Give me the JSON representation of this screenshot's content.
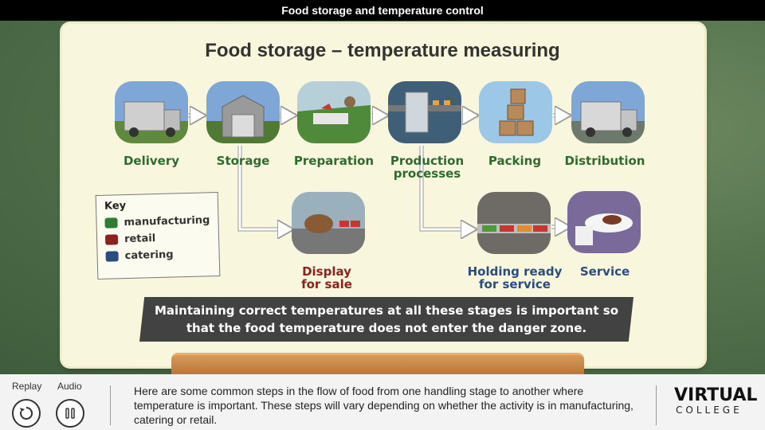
{
  "header": {
    "title": "Food storage and temperature control"
  },
  "slide": {
    "title": "Food storage – temperature measuring",
    "stages": {
      "delivery": "Delivery",
      "storage": "Storage",
      "preparation": "Preparation",
      "production_line1": "Production",
      "production_line2": "processes",
      "packing": "Packing",
      "distribution": "Distribution",
      "display_line1": "Display",
      "display_line2": "for sale",
      "holding_line1": "Holding ready",
      "holding_line2": "for service",
      "service": "Service"
    },
    "key": {
      "title": "Key",
      "items": [
        {
          "label": "manufacturing",
          "color": "#2e7d32"
        },
        {
          "label": "retail",
          "color": "#8a2320"
        },
        {
          "label": "catering",
          "color": "#2a4d80"
        }
      ]
    },
    "banner_line1": "Maintaining correct temperatures at all these stages is important so",
    "banner_line2": "that the food temperature does not enter the danger zone."
  },
  "footer": {
    "replay_label": "Replay",
    "audio_label": "Audio",
    "narration": "Here are some common steps in the flow of food from one handling stage to another where temperature is important.  These steps will vary depending on whether the activity is in manufacturing, catering or retail.",
    "logo_top": "VIRTUAL",
    "logo_bottom": "COLLEGE"
  },
  "colors": {
    "manufacturing": "#2e7d32",
    "retail": "#8a2320",
    "catering": "#2a4d80"
  }
}
